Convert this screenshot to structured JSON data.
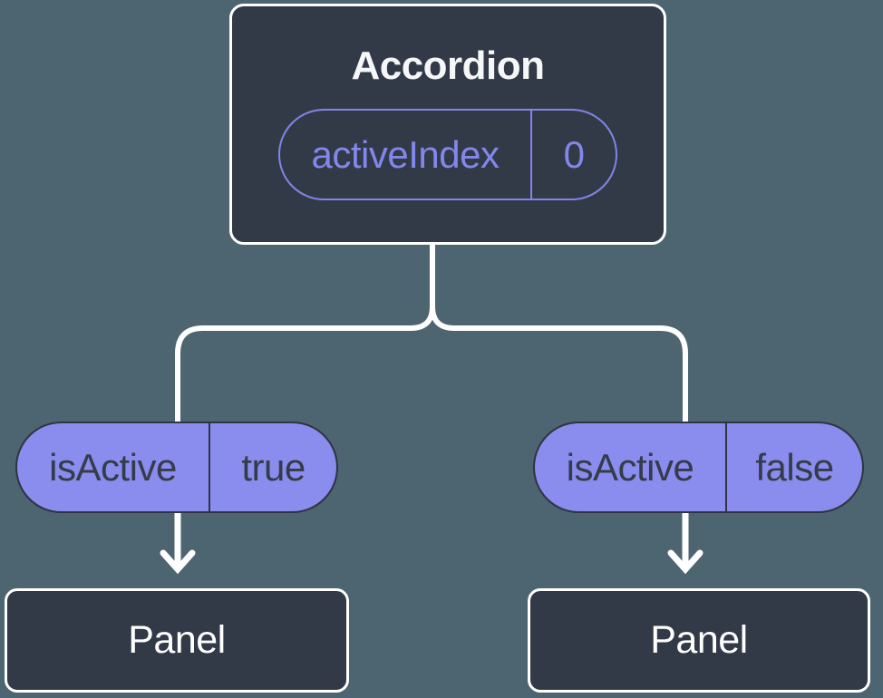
{
  "colors": {
    "background": "#4d6570",
    "node_fill": "#333a47",
    "node_border": "#ffffff",
    "state_accent": "#8085ea",
    "prop_fill": "#8a8cee",
    "prop_border": "#2e3541",
    "prop_text": "#353c49",
    "title_text": "#f6f7f9",
    "connector": "#ffffff"
  },
  "tree": {
    "root": {
      "title": "Accordion",
      "state": {
        "label": "activeIndex",
        "value": "0"
      }
    },
    "branches": [
      {
        "prop": {
          "label": "isActive",
          "value": "true"
        },
        "child": {
          "title": "Panel"
        }
      },
      {
        "prop": {
          "label": "isActive",
          "value": "false"
        },
        "child": {
          "title": "Panel"
        }
      }
    ]
  }
}
